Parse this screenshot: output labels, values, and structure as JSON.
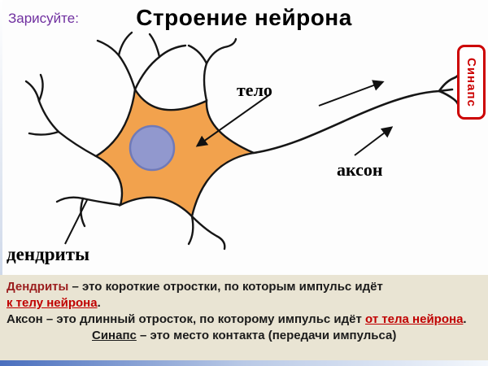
{
  "slide": {
    "prompt": "Зарисуйте:",
    "title": "Строение нейрона"
  },
  "diagram": {
    "body_label": "тело",
    "axon_label": "аксон",
    "dendrites_label": "дендриты",
    "synapse_label": "Синапс",
    "colors": {
      "soma": "#f2a24d",
      "nucleus": "#9198ce",
      "synapse": "#cc0000"
    }
  },
  "description": {
    "dendrites_term": "Дендриты",
    "dendrites_text": " – это короткие отростки, по которым импульс идёт",
    "dendrites_link": "к телу нейрона",
    "period": ".",
    "axon_term": "Аксон",
    "axon_text": " – это длинный отросток, по которому импульс идёт  ",
    "axon_link": "от тела нейрона",
    "synapse_term": "Синапс",
    "synapse_text": " – это место контакта (передачи импульса)"
  }
}
